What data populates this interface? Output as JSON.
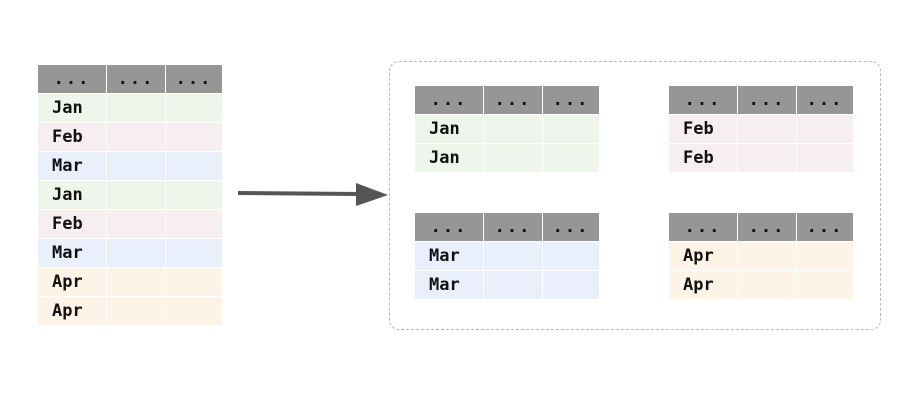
{
  "header_cell": "...",
  "colors": {
    "header": "#969696",
    "Jan": "#eef6ec",
    "Feb": "#f6eef0",
    "Mar": "#eaeffc",
    "Apr": "#fdf3e6",
    "arrow": "#555555",
    "group_border": "#b8b8b8"
  },
  "source": {
    "rows": [
      "Jan",
      "Feb",
      "Mar",
      "Jan",
      "Feb",
      "Mar",
      "Apr",
      "Apr"
    ]
  },
  "groups": [
    {
      "id": "jan",
      "rows": [
        "Jan",
        "Jan"
      ]
    },
    {
      "id": "feb",
      "rows": [
        "Feb",
        "Feb"
      ]
    },
    {
      "id": "mar",
      "rows": [
        "Mar",
        "Mar"
      ]
    },
    {
      "id": "apr",
      "rows": [
        "Apr",
        "Apr"
      ]
    }
  ]
}
